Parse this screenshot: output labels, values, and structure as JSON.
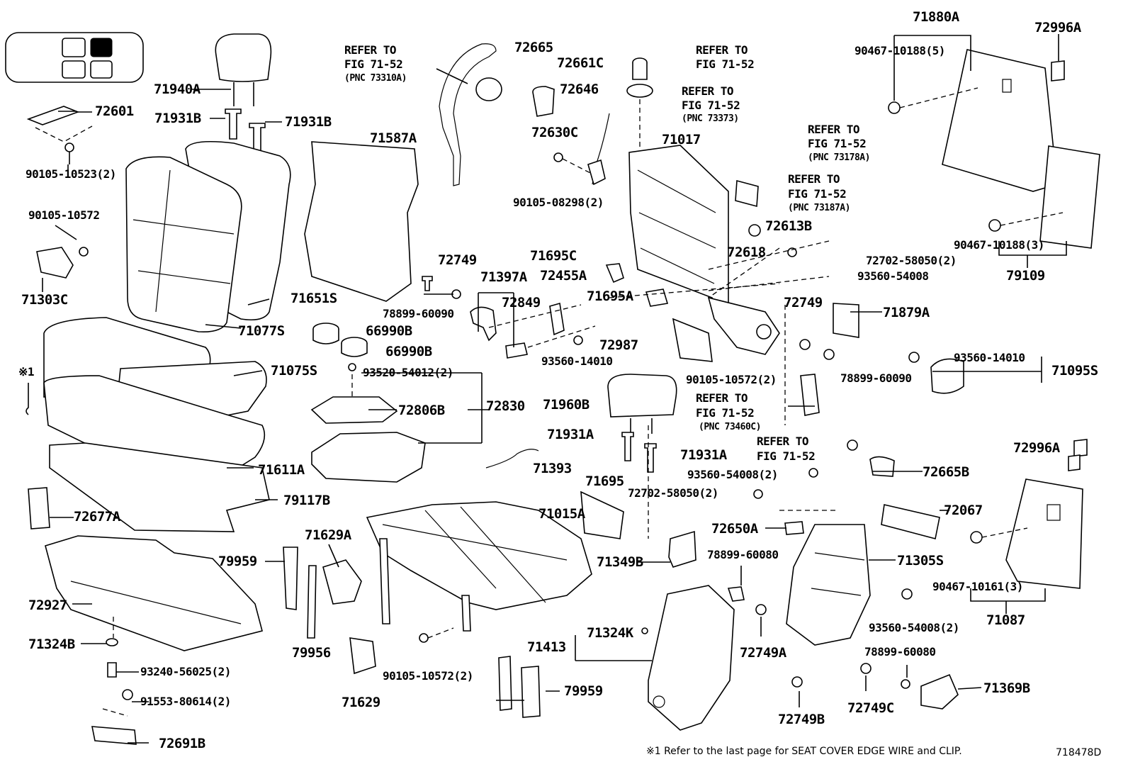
{
  "diagram_id": "718478D",
  "footnote": "※1 Refer to the last page for SEAT COVER EDGE WIRE and CLIP.",
  "footnote_marker": "※1",
  "locator_tiles": 4,
  "labels": [
    {
      "key": "l71940A",
      "text": "71940A"
    },
    {
      "key": "l72601",
      "text": "72601"
    },
    {
      "key": "l71931B_a",
      "text": "71931B"
    },
    {
      "key": "l71931B_b",
      "text": "71931B"
    },
    {
      "key": "l90105_10523",
      "text": "90105-10523(2)"
    },
    {
      "key": "l90105_10572",
      "text": "90105-10572"
    },
    {
      "key": "l71303C",
      "text": "71303C"
    },
    {
      "key": "l71587A",
      "text": "71587A"
    },
    {
      "key": "l71651S",
      "text": "71651S"
    },
    {
      "key": "l71077S",
      "text": "71077S"
    },
    {
      "key": "l71075S",
      "text": "71075S"
    },
    {
      "key": "l71611A",
      "text": "71611A"
    },
    {
      "key": "l79117B",
      "text": "79117B"
    },
    {
      "key": "l72677A",
      "text": "72677A"
    },
    {
      "key": "l72927",
      "text": "72927"
    },
    {
      "key": "l71324B",
      "text": "71324B"
    },
    {
      "key": "l93240",
      "text": "93240-56025(2)"
    },
    {
      "key": "l91553",
      "text": "91553-80614(2)"
    },
    {
      "key": "l72691B",
      "text": "72691B"
    },
    {
      "key": "lrefer1a",
      "text": "REFER TO"
    },
    {
      "key": "lrefer1b",
      "text": "FIG 71-52"
    },
    {
      "key": "lrefer1c",
      "text": "(PNC 73310A)"
    },
    {
      "key": "l72665",
      "text": "72665"
    },
    {
      "key": "l72661C",
      "text": "72661C"
    },
    {
      "key": "l72646",
      "text": "72646"
    },
    {
      "key": "l72630C",
      "text": "72630C"
    },
    {
      "key": "l90105_08298",
      "text": "90105-08298(2)"
    },
    {
      "key": "l72749_a",
      "text": "72749"
    },
    {
      "key": "l71397A",
      "text": "71397A"
    },
    {
      "key": "l72849",
      "text": "72849"
    },
    {
      "key": "l78899_60090a",
      "text": "78899-60090"
    },
    {
      "key": "l66990B_a",
      "text": "66990B"
    },
    {
      "key": "l66990B_b",
      "text": "66990B"
    },
    {
      "key": "l93520",
      "text": "93520-54012(2)"
    },
    {
      "key": "l72806B",
      "text": "72806B"
    },
    {
      "key": "l72830",
      "text": "72830"
    },
    {
      "key": "l71393",
      "text": "71393"
    },
    {
      "key": "l71629A",
      "text": "71629A"
    },
    {
      "key": "l79959_a",
      "text": "79959"
    },
    {
      "key": "l79956",
      "text": "79956"
    },
    {
      "key": "l71629",
      "text": "71629"
    },
    {
      "key": "l90105_10572b",
      "text": "90105-10572(2)"
    },
    {
      "key": "l79959_b",
      "text": "79959"
    },
    {
      "key": "l71015A",
      "text": "71015A"
    },
    {
      "key": "l71695",
      "text": "71695"
    },
    {
      "key": "l71695C",
      "text": "71695C"
    },
    {
      "key": "l72455A",
      "text": "72455A"
    },
    {
      "key": "l71695A",
      "text": "71695A"
    },
    {
      "key": "l93560_14010a",
      "text": "93560-14010"
    },
    {
      "key": "l72987",
      "text": "72987"
    },
    {
      "key": "l71960B",
      "text": "71960B"
    },
    {
      "key": "l71931A_a",
      "text": "71931A"
    },
    {
      "key": "l71931A_b",
      "text": "71931A"
    },
    {
      "key": "l71413",
      "text": "71413"
    },
    {
      "key": "l71324K",
      "text": "71324K"
    },
    {
      "key": "l71349B",
      "text": "71349B"
    },
    {
      "key": "l72749A",
      "text": "72749A"
    },
    {
      "key": "l72749B",
      "text": "72749B"
    },
    {
      "key": "l78899_60080a",
      "text": "78899-60080"
    },
    {
      "key": "l72650A",
      "text": "72650A"
    },
    {
      "key": "l72702b",
      "text": "72702-58050(2)"
    },
    {
      "key": "l93560_54008b",
      "text": "93560-54008(2)"
    },
    {
      "key": "lrefer2a",
      "text": "REFER TO"
    },
    {
      "key": "lrefer2b",
      "text": "FIG 71-52"
    },
    {
      "key": "l71017",
      "text": "71017"
    },
    {
      "key": "lrefer3a",
      "text": "REFER TO"
    },
    {
      "key": "lrefer3b",
      "text": "FIG 71-52"
    },
    {
      "key": "lrefer3c",
      "text": "(PNC 73373)"
    },
    {
      "key": "lrefer4a",
      "text": "REFER TO"
    },
    {
      "key": "lrefer4b",
      "text": "FIG 71-52"
    },
    {
      "key": "lrefer4c",
      "text": "(PNC 73178A)"
    },
    {
      "key": "lrefer5a",
      "text": "REFER TO"
    },
    {
      "key": "lrefer5b",
      "text": "FIG 71-52"
    },
    {
      "key": "lrefer5c",
      "text": "(PNC 73187A)"
    },
    {
      "key": "l72613B",
      "text": "72613B"
    },
    {
      "key": "l72618",
      "text": "72618"
    },
    {
      "key": "l72702a",
      "text": "72702-58050(2)"
    },
    {
      "key": "l93560_54008a",
      "text": "93560-54008"
    },
    {
      "key": "l72749_b",
      "text": "72749"
    },
    {
      "key": "l71879A",
      "text": "71879A"
    },
    {
      "key": "l90105_10572c",
      "text": "90105-10572(2)"
    },
    {
      "key": "l78899_60090b",
      "text": "78899-60090"
    },
    {
      "key": "lrefer6a",
      "text": "REFER TO"
    },
    {
      "key": "lrefer6b",
      "text": "FIG 71-52"
    },
    {
      "key": "lrefer6c",
      "text": "(PNC 73460C)"
    },
    {
      "key": "lrefer7a",
      "text": "REFER TO"
    },
    {
      "key": "lrefer7b",
      "text": "FIG 71-52"
    },
    {
      "key": "l71880A",
      "text": "71880A"
    },
    {
      "key": "l72996A_a",
      "text": "72996A"
    },
    {
      "key": "l90467_10188_5",
      "text": "90467-10188(5)"
    },
    {
      "key": "l90467_10188_3",
      "text": "90467-10188(3)"
    },
    {
      "key": "l79109",
      "text": "79109"
    },
    {
      "key": "l93560_14010b",
      "text": "93560-14010"
    },
    {
      "key": "l71095S",
      "text": "71095S"
    },
    {
      "key": "l72996A_b",
      "text": "72996A"
    },
    {
      "key": "l72665B",
      "text": "72665B"
    },
    {
      "key": "l72067",
      "text": "72067"
    },
    {
      "key": "l71305S",
      "text": "71305S"
    },
    {
      "key": "l90467_10161",
      "text": "90467-10161(3)"
    },
    {
      "key": "l71087",
      "text": "71087"
    },
    {
      "key": "l93560_54008c",
      "text": "93560-54008(2)"
    },
    {
      "key": "l78899_60080b",
      "text": "78899-60080"
    },
    {
      "key": "l72749C",
      "text": "72749C"
    },
    {
      "key": "l71369B",
      "text": "71369B"
    }
  ]
}
